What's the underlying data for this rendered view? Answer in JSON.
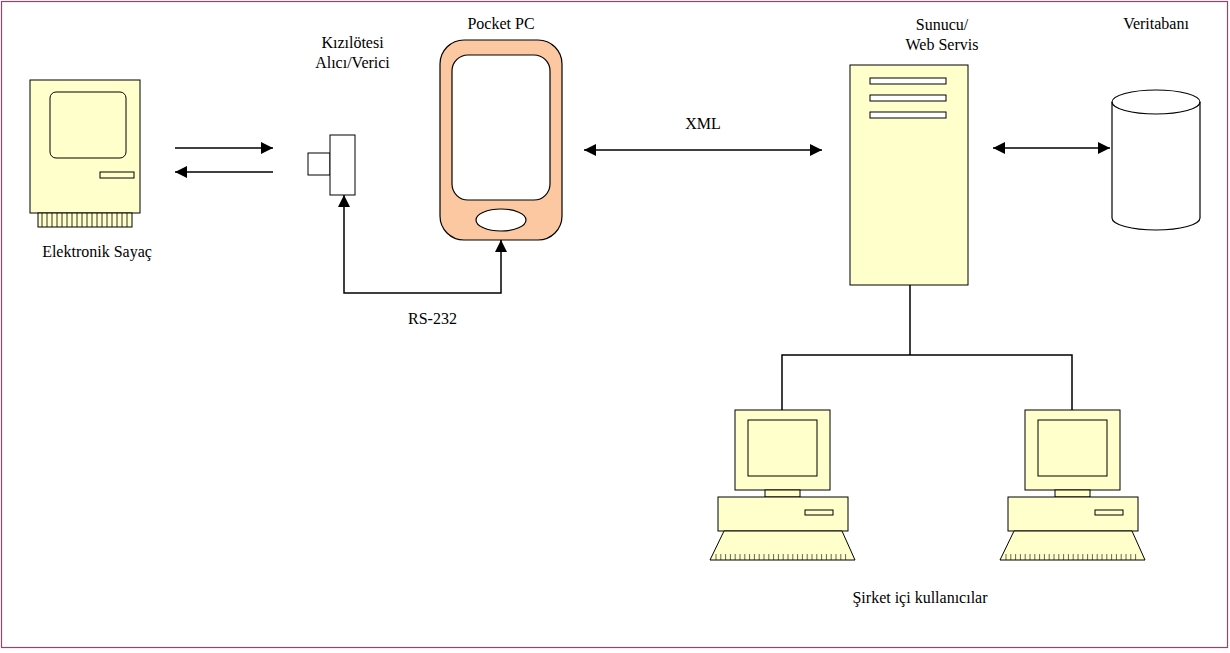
{
  "diagram": {
    "nodes": [
      {
        "text": [
          "Elektronik Sayaç"
        ]
      },
      {
        "text": [
          "Kızılötesi Alıcı/Verici"
        ]
      },
      {
        "text": [
          "Pocket PC"
        ]
      },
      {
        "text": [
          "Sunucu/ Web Servis"
        ]
      },
      {
        "text": [
          "Veritabanı"
        ]
      },
      {
        "text": [
          "Şirket içi kullanıcılar"
        ]
      }
    ],
    "edges": [
      {
        "from": 0,
        "to": 1,
        "arrow": "to"
      },
      {
        "from": 1,
        "to": 0,
        "arrow": "to"
      },
      {
        "from": 1,
        "to": 2,
        "label": "RS-232",
        "arrow": "both"
      },
      {
        "from": 2,
        "to": 3,
        "label": "XML",
        "arrow": "both"
      },
      {
        "from": 3,
        "to": 4,
        "arrow": "both"
      },
      {
        "from": 3,
        "to": 5,
        "arrow": "none"
      }
    ]
  }
}
